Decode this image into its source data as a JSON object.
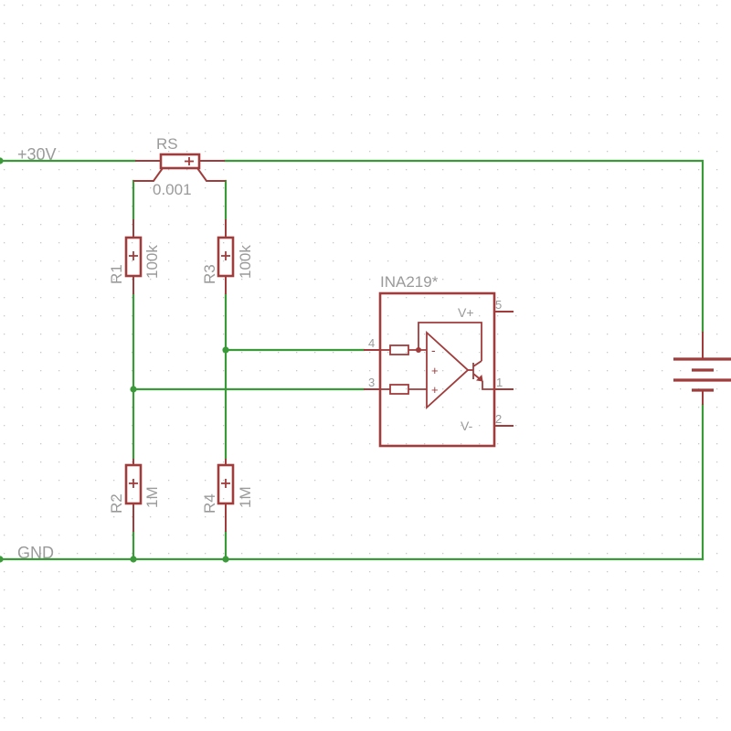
{
  "nets": {
    "supply": "+30V",
    "ground": "GND"
  },
  "shunt": {
    "name": "RS",
    "value": "0.001"
  },
  "resistors": [
    {
      "name": "R1",
      "value": "100k"
    },
    {
      "name": "R3",
      "value": "100k"
    },
    {
      "name": "R2",
      "value": "1M"
    },
    {
      "name": "R4",
      "value": "1M"
    }
  ],
  "ic": {
    "name": "INA219*",
    "pins": {
      "p5": "5",
      "p4": "4",
      "p3": "3",
      "p1": "1",
      "p2": "2"
    },
    "supply_pos": "V+",
    "supply_neg": "V-",
    "input_minus": "-",
    "input_plus": "+"
  },
  "colors": {
    "wire": "#3a9a3a",
    "symbol": "#a03c3c",
    "label": "#9a9a9a",
    "grid": "#c8c8c8"
  }
}
